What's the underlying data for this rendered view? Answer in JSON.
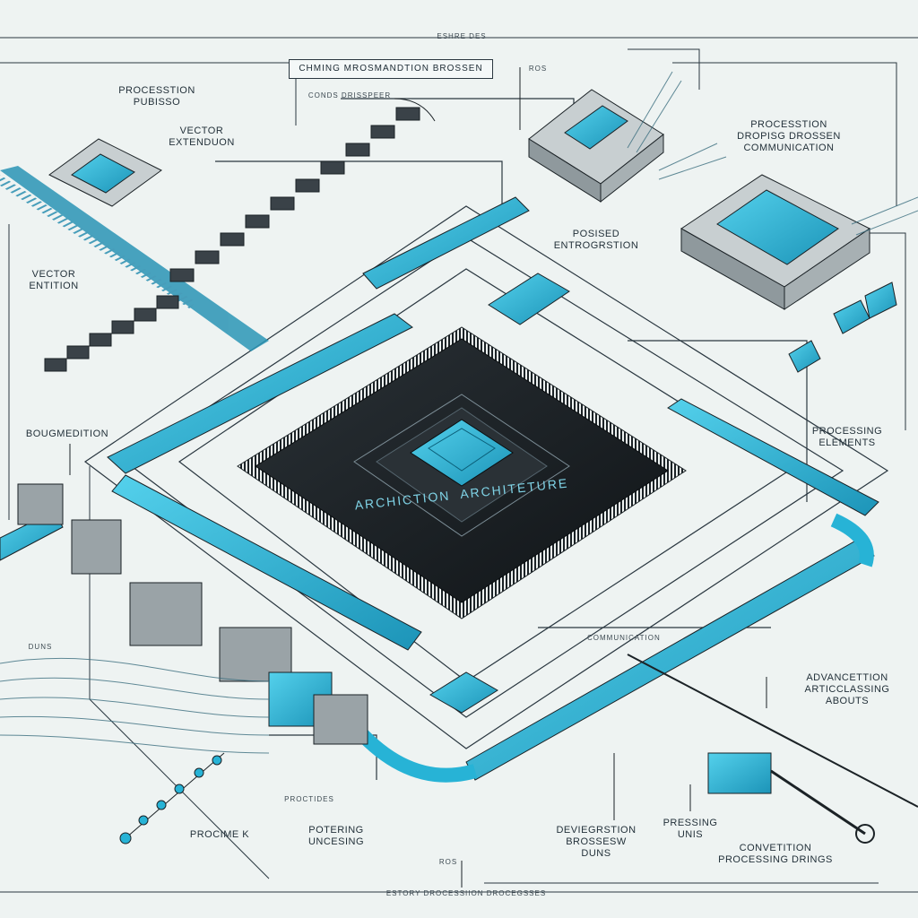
{
  "colors": {
    "accent": "#27b3d6",
    "dark": "#1b2226",
    "line": "#2a3740",
    "paper": "#eef3f2"
  },
  "labels": {
    "top_strip": "ESHRE DES",
    "top_box": "CHMING MROSMANDTION BROSSEN",
    "top_note": "CONDS DRISSPEER",
    "top_small": "ROS",
    "processing_pubisso": "PROCESSTION\nPUBISSO",
    "vector_extension_top": "VECTOR\nEXTENDUON",
    "vector_extension_left": "VECTOR\nENTITION",
    "bougmedation": "BOUGMEDITION",
    "processing_communication": "PROCESSTION\nDROPISG DROSSEN\nCOMMUNICATION",
    "posused_entrograstion": "POSISED\nENTROGRSTION",
    "processing_elements": "PROCESSING\nELEMENTS",
    "architecture_chip": "ARCHICTION  ARCHITETURE",
    "advancements": "ADVANCETTION\nARTICCLASSING\nABOUTS",
    "procime": "PROCIME K",
    "potering": "POTERING\nUNCESING",
    "diversation": "DEVIEGRSTION\nBROSSESW\nDUNS",
    "presing_unis": "PRESSING\nUNIS",
    "conventional": "CONVETITION\nPROCESSING DRINGS",
    "left_small": "DUNS",
    "bottom_strip": "ESTORY DROCESSIION DROCEGSSES",
    "bottom_small": "ROS",
    "mid_small": "PROCTIDES",
    "chip_mini": "COMMUNICATION"
  }
}
